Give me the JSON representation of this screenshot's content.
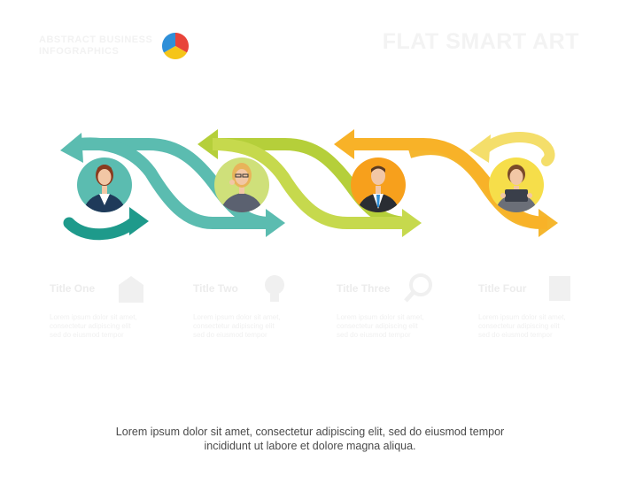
{
  "header": {
    "logo_line1": "ABSTRACT BUSINESS",
    "logo_line2": "INFOGRAPHICS",
    "title": "FLAT SMART ART"
  },
  "colors": {
    "teal": "#5bbcb0",
    "teal_dark": "#1e9a8b",
    "olive": "#b5cf3a",
    "orange": "#f7a01c",
    "yellow": "#f4d44a"
  },
  "steps": [
    {
      "title": "Title One",
      "icon": "building-icon",
      "person": "businesswoman-red-hair",
      "text_line1": "Lorem ipsum dolor sit amet,",
      "text_line2": "consectetur adipiscing elit",
      "text_line3": "sed do eiusmod tempor"
    },
    {
      "title": "Title Two",
      "icon": "lightbulb-icon",
      "person": "businesswoman-glasses",
      "text_line1": "Lorem ipsum dolor sit amet,",
      "text_line2": "consectetur adipiscing elit",
      "text_line3": "sed do eiusmod tempor"
    },
    {
      "title": "Title Three",
      "icon": "magnifier-icon",
      "person": "businessman-tie",
      "text_line1": "Lorem ipsum dolor sit amet,",
      "text_line2": "consectetur adipiscing elit",
      "text_line3": "sed do eiusmod tempor"
    },
    {
      "title": "Title Four",
      "icon": "document-icon",
      "person": "businesswoman-tablet",
      "text_line1": "Lorem ipsum dolor sit amet,",
      "text_line2": "consectetur adipiscing elit",
      "text_line3": "sed do eiusmod tempor"
    }
  ],
  "footer": {
    "line1": "Lorem ipsum dolor sit amet, consectetur adipiscing elit, sed do eiusmod tempor",
    "line2": "incididunt ut labore et dolore magna aliqua."
  }
}
